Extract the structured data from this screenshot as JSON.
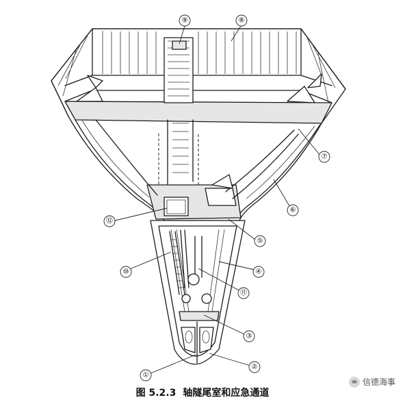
{
  "figure": {
    "number": "图 5.2.3",
    "title": "轴隧尾室和应急通道"
  },
  "labels": [
    "⑨",
    "⑧",
    "⑦",
    "⑥",
    "⑫",
    "⑤",
    "⑩",
    "④",
    "⑪",
    "③",
    "①",
    "②"
  ],
  "watermark": {
    "text": "信德海事",
    "logo_icon": "wechat-logo-icon"
  }
}
